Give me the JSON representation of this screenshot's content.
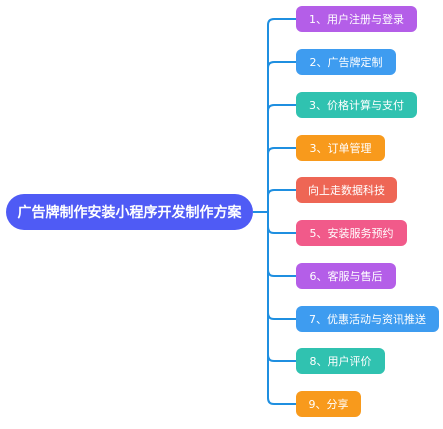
{
  "root": {
    "label": "广告牌制作安装小程序开发制作方案",
    "color": "#4f5bf5"
  },
  "connector_color": "#1f8fe0",
  "branches": [
    {
      "label": "1、用户注册与登录",
      "color": "#b45ee8"
    },
    {
      "label": "2、广告牌定制",
      "color": "#3e9cf0"
    },
    {
      "label": "3、价格计算与支付",
      "color": "#30c2b0"
    },
    {
      "label": "3、订单管理",
      "color": "#f89a1c"
    },
    {
      "label": "向上走数据科技",
      "color": "#ee6655"
    },
    {
      "label": "5、安装服务预约",
      "color": "#f15a8a"
    },
    {
      "label": "6、客服与售后",
      "color": "#b45ee8"
    },
    {
      "label": "7、优惠活动与资讯推送",
      "color": "#3e9cf0"
    },
    {
      "label": "8、用户评价",
      "color": "#30c2b0"
    },
    {
      "label": "9、分享",
      "color": "#f89a1c"
    }
  ]
}
